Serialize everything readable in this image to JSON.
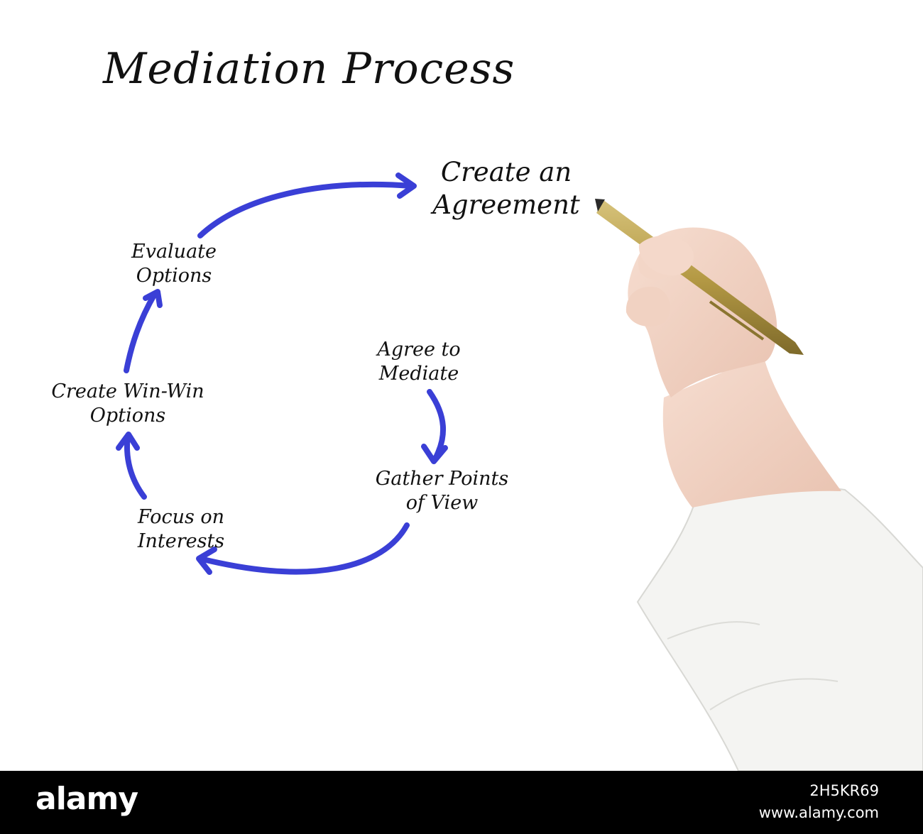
{
  "title": "Mediation Process",
  "steps": {
    "agree_to_mediate": [
      "Agree to",
      "Mediate"
    ],
    "gather_points": [
      "Gather Points",
      "of View"
    ],
    "focus_interests": [
      "Focus on",
      "Interests"
    ],
    "create_options": [
      "Create Win-Win",
      "Options"
    ],
    "evaluate_options": [
      "Evaluate",
      "Options"
    ],
    "create_agreement": [
      "Create an",
      "Agreement"
    ]
  },
  "footer": {
    "brand": "alamy",
    "image_code": "2H5KR69",
    "url": "www.alamy.com"
  },
  "colors": {
    "arrow": "#3a3fd6",
    "footer_bg": "#000000",
    "pen_gold": "#b8a04e"
  }
}
